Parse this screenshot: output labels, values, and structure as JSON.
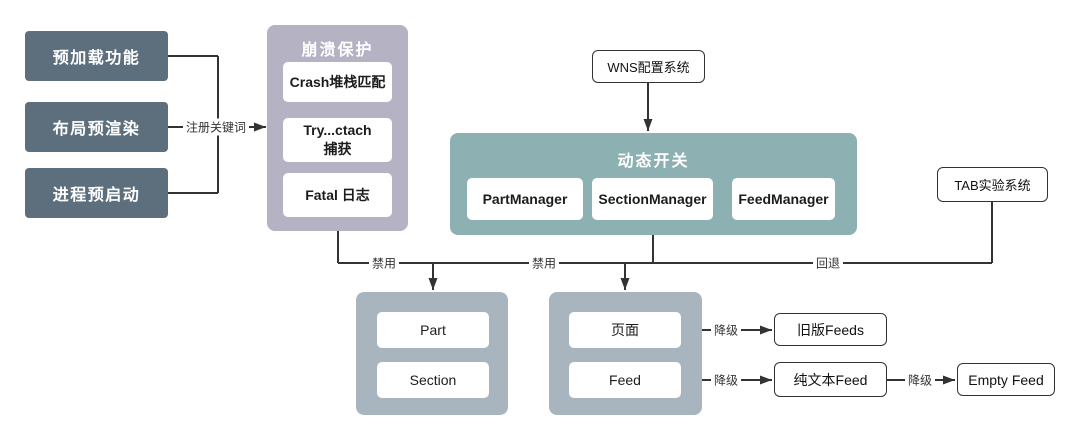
{
  "diagram": {
    "left_boxes": [
      {
        "label": "预加载功能"
      },
      {
        "label": "布局预渲染"
      },
      {
        "label": "进程预启动"
      }
    ],
    "crash_group": {
      "title": "崩溃保护",
      "items": [
        {
          "label": "Crash堆栈匹配"
        },
        {
          "label": "Try...ctach\n捕获"
        },
        {
          "label": "Fatal 日志"
        }
      ]
    },
    "wns_box": {
      "label": "WNS配置系统"
    },
    "switch_group": {
      "title": "动态开关",
      "items": [
        {
          "label": "PartManager"
        },
        {
          "label": "SectionManager"
        },
        {
          "label": "FeedManager"
        }
      ]
    },
    "tab_box": {
      "label": "TAB实验系统"
    },
    "part_group": {
      "items": [
        {
          "label": "Part"
        },
        {
          "label": "Section"
        }
      ]
    },
    "page_group": {
      "items": [
        {
          "label": "页面"
        },
        {
          "label": "Feed"
        }
      ]
    },
    "fallback_boxes": [
      {
        "label": "旧版Feeds"
      },
      {
        "label": "纯文本Feed"
      },
      {
        "label": "Empty Feed"
      }
    ],
    "edge_labels": {
      "register_keyword": "注册关键词",
      "disable_1": "禁用",
      "disable_2": "禁用",
      "rollback": "回退",
      "downgrade_1": "降级",
      "downgrade_2": "降级",
      "downgrade_3": "降级"
    },
    "colors": {
      "dark_box": "#5d6f7d",
      "crash_container": "#b5b2c3",
      "switch_container": "#8db1b2",
      "bottom_container": "#a8b5bf",
      "line": "#333333"
    }
  }
}
